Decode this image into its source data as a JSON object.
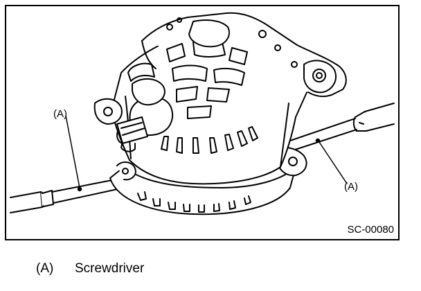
{
  "figure": {
    "callouts": [
      {
        "id": "left",
        "label": "(A)"
      },
      {
        "id": "right",
        "label": "(A)"
      }
    ],
    "figure_code": "SC-00080",
    "stroke_color": "#000000",
    "fill_color": "#ffffff"
  },
  "legend": {
    "items": [
      {
        "key": "(A)",
        "text": "Screwdriver"
      }
    ]
  }
}
